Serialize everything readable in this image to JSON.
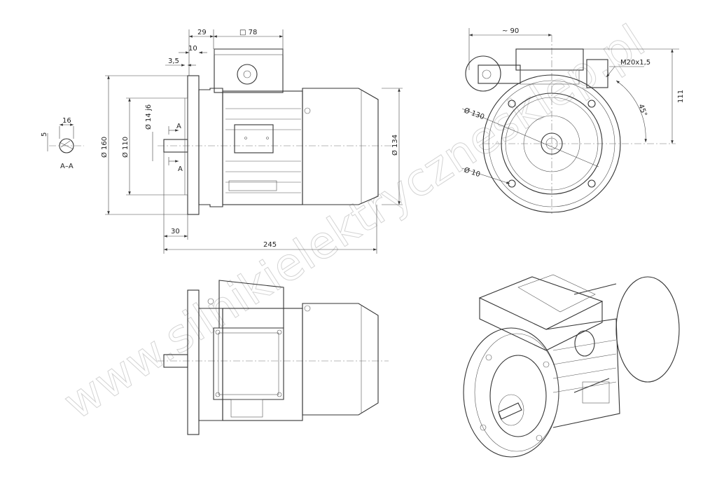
{
  "watermark": "www.silnikielektrycznesklep.pl",
  "section": {
    "title": "A–A",
    "width_dim": "16",
    "key_dim": "5"
  },
  "side_view": {
    "dims": {
      "d29": "29",
      "box78": "□ 78",
      "d10": "10",
      "d3_5": "3,5",
      "dia160": "Ø 160",
      "dia110": "Ø 110",
      "dia14": "Ø 14 j6",
      "dia134": "Ø 134",
      "d30": "30",
      "d245": "245",
      "sectionA": "A"
    }
  },
  "front_view": {
    "dims": {
      "d90": "~ 90",
      "gland": "M20x1,5",
      "d111": "111",
      "angle": "45°",
      "dia130": "Ø 130",
      "dia10": "Ø 10"
    }
  }
}
